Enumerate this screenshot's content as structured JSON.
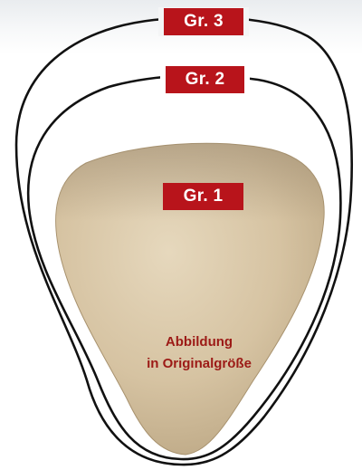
{
  "sizes": [
    {
      "label": "Gr. 3"
    },
    {
      "label": "Gr. 2"
    },
    {
      "label": "Gr. 1"
    }
  ],
  "caption": {
    "line1": "Abbildung",
    "line2": "in Originalgröße"
  },
  "colors": {
    "label_background": "#b8141b",
    "label_text": "#ffffff",
    "caption_text": "#9c1a16",
    "outline_stroke": "#111111",
    "pad_fill": "#d9c7a8"
  }
}
